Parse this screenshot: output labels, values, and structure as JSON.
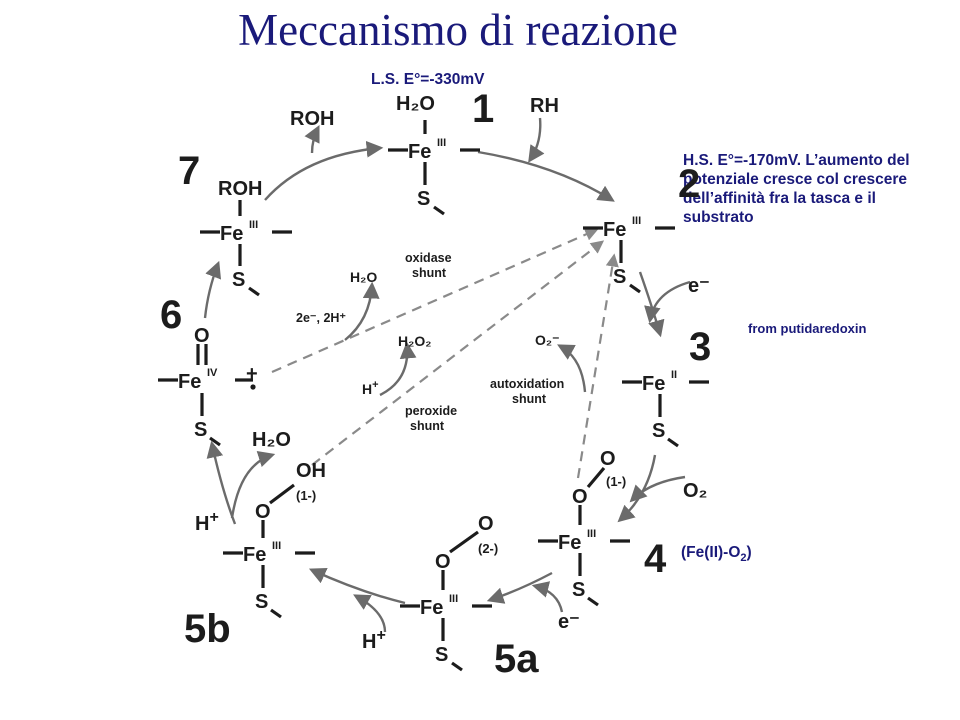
{
  "title": "Meccanismo di reazione",
  "notes": {
    "ls": "L.S. E°=-330mV",
    "hs": "H.S. E°=-170mV. L’aumento del potenziale cresce col crescere dell’affinità fra la tasca e il substrato",
    "putidaredoxin": "from putidaredoxin",
    "fe_o2_a": "(Fe(II)-O",
    "fe_o2_sub": "2",
    "fe_o2_b": ")"
  },
  "steps": {
    "s1": "1",
    "s2": "2",
    "s3": "3",
    "s4": "4",
    "s5a": "5a",
    "s5b": "5b",
    "s6": "6",
    "s7": "7"
  },
  "species": {
    "roh": "ROH",
    "rh": "RH",
    "h2o": "H₂O",
    "s": "S",
    "fe": "Fe",
    "ox3": "III",
    "ox2": "II",
    "ox4": "IV",
    "o": "O",
    "oh": "OH",
    "o2": "O₂",
    "h": "H",
    "plus": "+",
    "e_minus": "e⁻",
    "o2_minus": "O₂⁻",
    "h2o2": "H₂O₂",
    "two_e_2h": "2e⁻, 2H⁺",
    "charge_1": "(1-)",
    "charge_2": "(2-)"
  },
  "shunts": {
    "oxidase": [
      "oxidase",
      "shunt"
    ],
    "peroxide": [
      "peroxide",
      "shunt"
    ],
    "autox": [
      "autoxidation",
      "shunt"
    ]
  },
  "colors": {
    "title": "#1a1a7a",
    "ink": "#1c1c1c",
    "arrow": "#6b6b6b",
    "dashed": "#8a8a8a"
  }
}
